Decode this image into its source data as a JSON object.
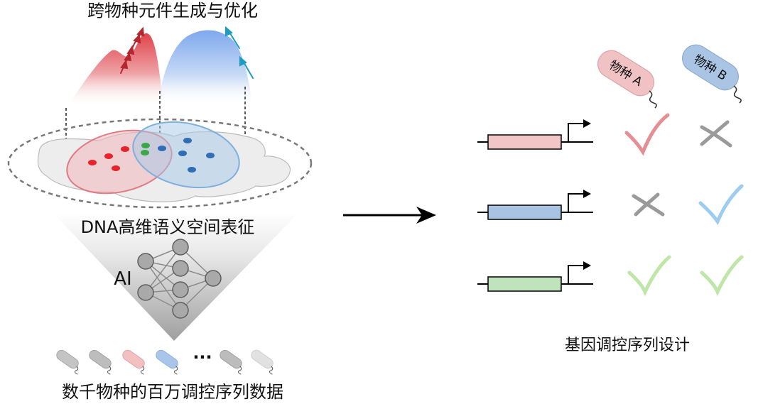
{
  "title_top": "跨物种元件生成与优化",
  "latent_label": "DNA高维语义空间表征",
  "ai_label": "AI",
  "ellipsis": "···",
  "bottom_label": "数千物种的百万调控序列数据",
  "right_label": "基因调控序列设计",
  "species_a": "物种 A",
  "species_b": "物种 B",
  "colors": {
    "red": "#e8232b",
    "blue": "#2f6db5",
    "green": "#3aa845",
    "pink_fill": "#f2c6c6",
    "blue_fill": "#a9c3e3",
    "green_fill": "#bfe3bc",
    "check_red": "#e38f93",
    "check_blue": "#9ccdf1",
    "check_green": "#bfe6a8",
    "cross_gray": "#9a9a9a"
  },
  "design_rows": [
    {
      "element_color": "pink",
      "species_a": "check",
      "species_b": "cross"
    },
    {
      "element_color": "blue",
      "species_a": "cross",
      "species_b": "check"
    },
    {
      "element_color": "green",
      "species_a": "check",
      "species_b": "check"
    }
  ]
}
